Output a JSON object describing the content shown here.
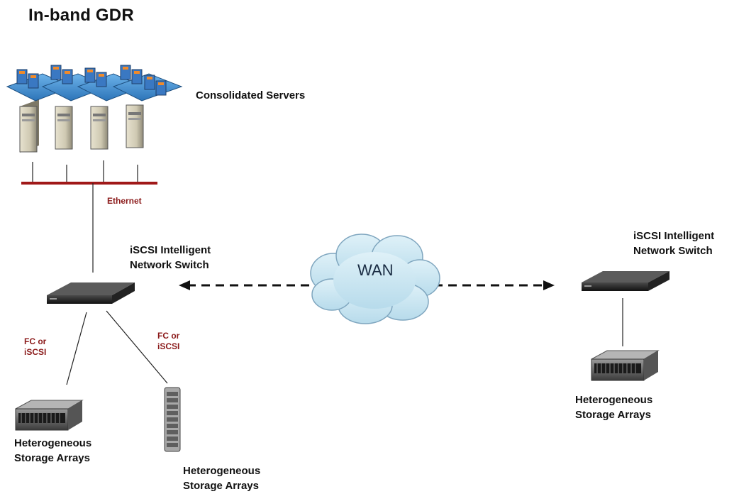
{
  "title": "In-band GDR",
  "servers": {
    "label": "Consolidated Servers",
    "count": 4
  },
  "ethernet_label": "Ethernet",
  "wan_label": "WAN",
  "switch_left": {
    "line1": "iSCSI Intelligent",
    "line2": "Network Switch"
  },
  "switch_right": {
    "line1": "iSCSI Intelligent",
    "line2": "Network Switch"
  },
  "link_left": {
    "line1": "FC or",
    "line2": "iSCSI"
  },
  "link_right": {
    "line1": "FC or",
    "line2": "iSCSI"
  },
  "storage_left": {
    "line1": "Heterogeneous",
    "line2": "Storage Arrays"
  },
  "storage_middle": {
    "line1": "Heterogeneous",
    "line2": "Storage Arrays"
  },
  "storage_right": {
    "line1": "Heterogeneous",
    "line2": "Storage Arrays"
  },
  "colors": {
    "ethernet": "#a01818",
    "cloud": "#c9e6f2",
    "cloud_stroke": "#7fa6bf",
    "server_platform": "#3f8fd1"
  }
}
